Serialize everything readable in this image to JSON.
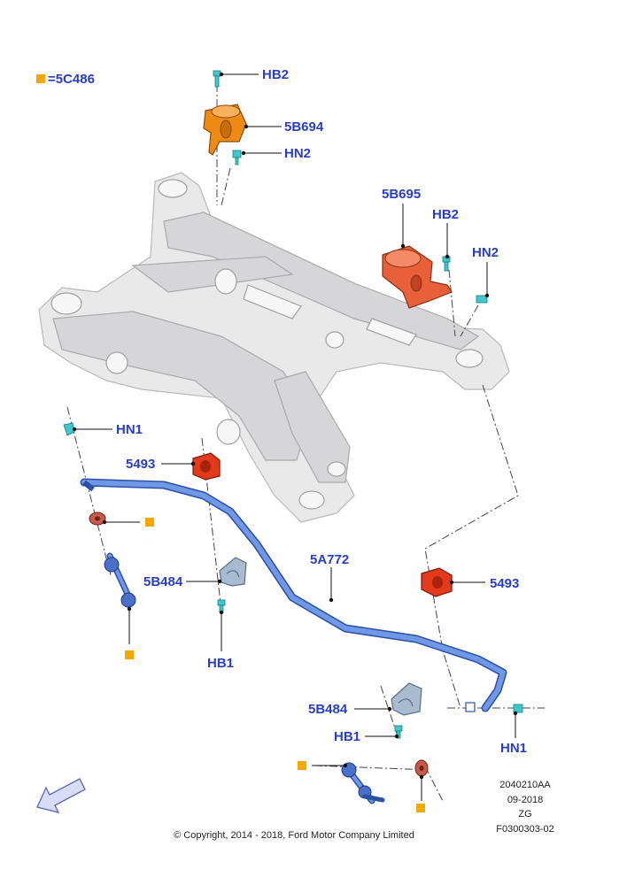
{
  "legend": {
    "symbol_color": "#f5a800",
    "text": "=5C486"
  },
  "labels": {
    "hb2_top": "HB2",
    "p5b694": "5B694",
    "hn2_top": "HN2",
    "p5b695": "5B695",
    "hb2_right": "HB2",
    "hn2_right": "HN2",
    "hn1_left": "HN1",
    "p5493_left": "5493",
    "p5a772": "5A772",
    "p5b484_left": "5B484",
    "p5493_right": "5493",
    "hb1_left": "HB1",
    "p5b484_right": "5B484",
    "hb1_right": "HB1",
    "hn1_right": "HN1"
  },
  "meta": {
    "code": "2040210AA",
    "date": "09-2018",
    "zg": "ZG",
    "fig": "F0300303-02"
  },
  "copyright": "© Copyright, 2014 - 2018, Ford Motor Company Limited",
  "colors": {
    "label": "#2a3ec4",
    "mount": "#ee8a16",
    "mount_right": "#e8603a",
    "bushing": "#e23a1a",
    "bar": "#5b84d8",
    "bolt": "#3fc9cf",
    "frame": "#e9e9ea"
  }
}
